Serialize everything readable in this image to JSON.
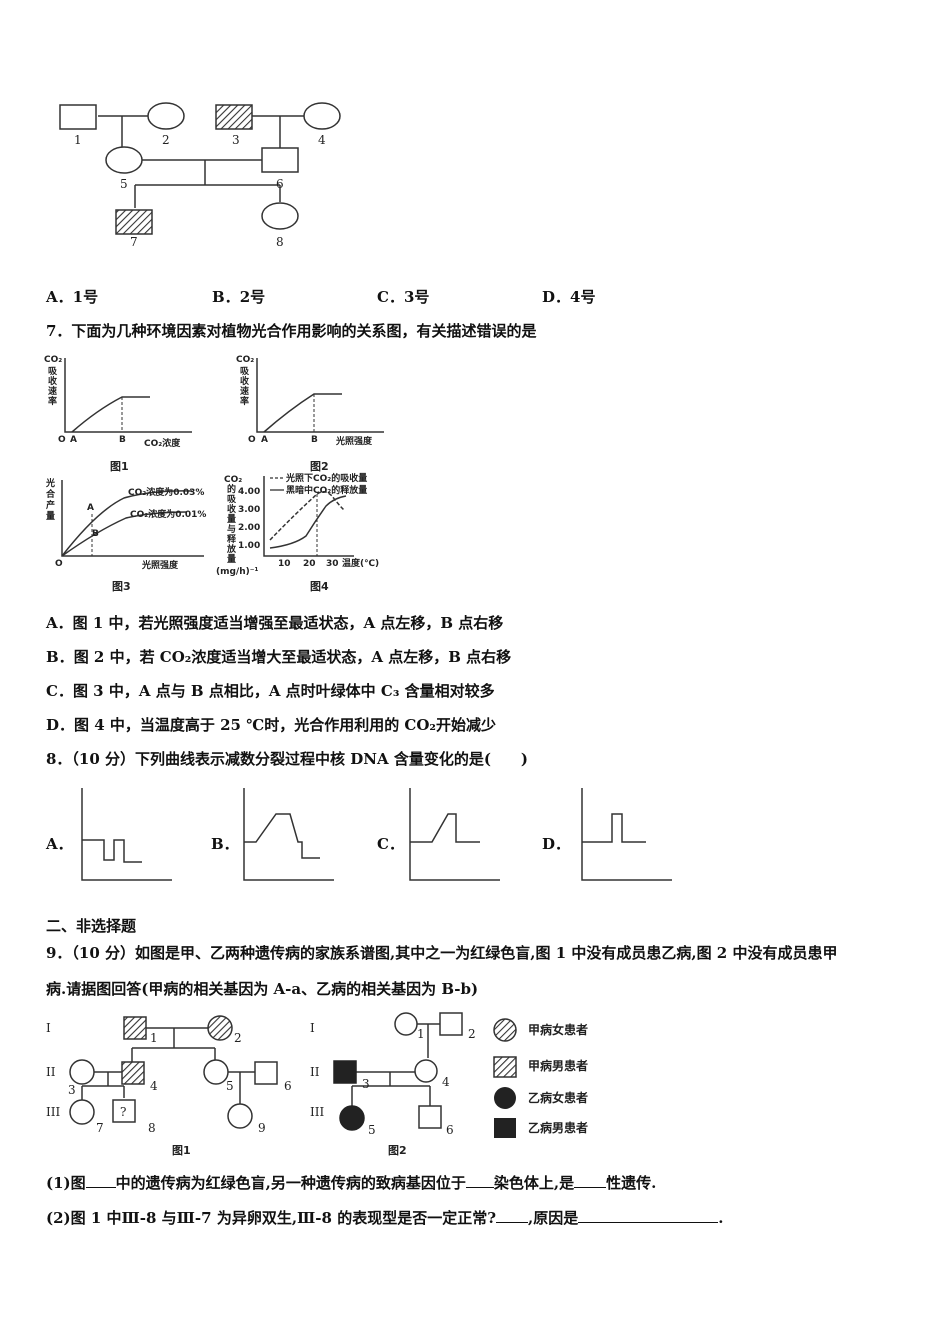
{
  "q6": {
    "pedigree_labels": [
      "1",
      "2",
      "3",
      "4",
      "5",
      "6",
      "7",
      "8"
    ],
    "options": [
      {
        "letter": "A．",
        "text": "1号"
      },
      {
        "letter": "B．",
        "text": "2号"
      },
      {
        "letter": "C．",
        "text": "3号"
      },
      {
        "letter": "D．",
        "text": "4号"
      }
    ]
  },
  "q7": {
    "stem": "7．下面为几种环境因素对植物光合作用影响的关系图，有关描述错误的是",
    "fig1": {
      "caption": "图1",
      "ylabel": [
        "CO₂",
        "吸",
        "收",
        "速",
        "率"
      ],
      "xlabel": "CO₂浓度",
      "o": "O",
      "a": "A",
      "b": "B"
    },
    "fig2": {
      "caption": "图2",
      "ylabel": [
        "CO₂",
        "吸",
        "收",
        "速",
        "率"
      ],
      "xlabel": "光照强度",
      "o": "O",
      "a": "A",
      "b": "B"
    },
    "fig3": {
      "caption": "图3",
      "ylabel": [
        "光",
        "合",
        "产",
        "量"
      ],
      "xlabel": "光照强度",
      "o": "O",
      "a": "A",
      "b": "B",
      "series1": "CO₂浓度为0.03%",
      "series2": "CO₂浓度为0.01%"
    },
    "fig4": {
      "caption": "图4",
      "ylabel": [
        "CO₂",
        "的",
        "吸",
        "收",
        "量",
        "与",
        "释",
        "放",
        "量"
      ],
      "unit": "(mg/h)⁻¹",
      "xlabel": "温度(℃)",
      "legend1": "光照下CO₂的吸收量",
      "legend2": "黑暗中CO₂的释放量",
      "yticks": [
        "4.00",
        "3.00",
        "2.00",
        "1.00"
      ],
      "xticks": [
        "10",
        "20",
        "30"
      ]
    },
    "options": [
      {
        "letter": "A．",
        "text": "图 1 中，若光照强度适当增强至最适状态，A 点左移，B 点右移"
      },
      {
        "letter": "B．",
        "text": "图 2 中，若 CO₂浓度适当增大至最适状态，A 点左移，B 点右移"
      },
      {
        "letter": "C．",
        "text": "图 3 中，A 点与 B 点相比，A 点时叶绿体中 C₃ 含量相对较多"
      },
      {
        "letter": "D．",
        "text": "图 4 中，当温度高于 25 ℃时，光合作用利用的 CO₂开始减少"
      }
    ]
  },
  "q8": {
    "stem": "8．（10 分）下列曲线表示减数分裂过程中核 DNA 含量变化的是(　　)",
    "options": [
      "A．",
      "B．",
      "C．",
      "D．"
    ]
  },
  "section2": "二、非选择题",
  "q9": {
    "stem_line1": "9．（10 分）如图是甲、乙两种遗传病的家族系谱图,其中之一为红绿色盲,图 1 中没有成员患乙病,图 2 中没有成员患甲",
    "stem_line2": "病.请据图回答(甲病的相关基因为 A-a、乙病的相关基因为 B-b)",
    "fig1_caption": "图1",
    "fig2_caption": "图2",
    "gen": [
      "I",
      "II",
      "III"
    ],
    "fig1_labels": [
      "1",
      "2",
      "3",
      "4",
      "5",
      "6",
      "7",
      "8",
      "9",
      "?"
    ],
    "fig2_labels": [
      "1",
      "2",
      "3",
      "4",
      "5",
      "6"
    ],
    "legend": [
      "甲病女患者",
      "甲病男患者",
      "乙病女患者",
      "乙病男患者"
    ],
    "sub1": {
      "a": "(1)图",
      "b": "中的遗传病为红绿色盲,另一种遗传病的致病基因位于",
      "c": "染色体上,是",
      "d": "性遗传."
    },
    "sub2": {
      "a": "(2)图 1 中Ⅲ-8 与Ⅲ-7 为异卵双生,Ⅲ-8 的表现型是否一定正常?",
      "b": ",原因是",
      "c": "."
    }
  }
}
